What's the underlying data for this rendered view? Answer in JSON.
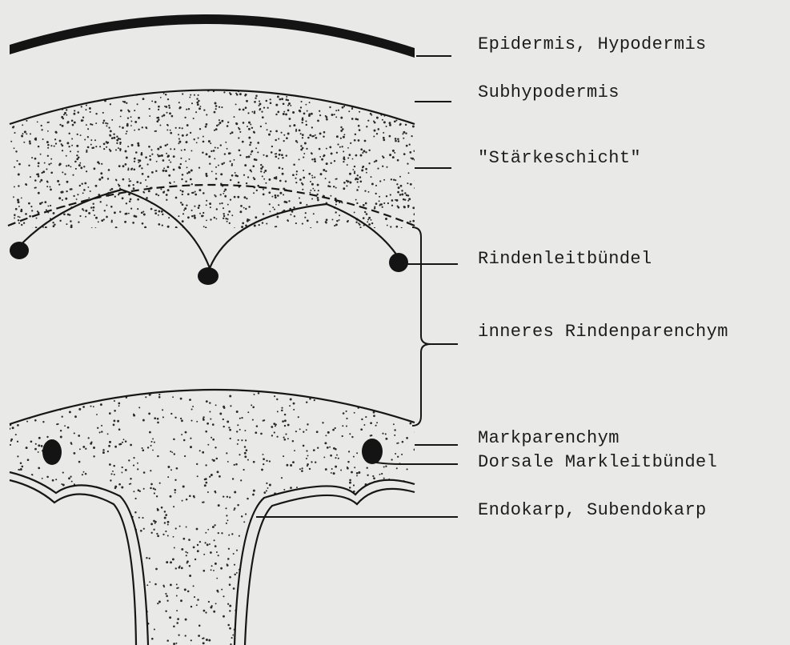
{
  "labels": {
    "epidermis": "Epidermis, Hypodermis",
    "subhypodermis": "Subhypodermis",
    "staerkeschicht": "\"Stärkeschicht\"",
    "rindenleitbuendel": "Rindenleitbündel",
    "inneres_rindenparenchym": "inneres Rindenparenchym",
    "markparenchym": "Markparenchym",
    "dorsale_markleitbuendel": "Dorsale Markleitbündel",
    "endokarp": "Endokarp, Subendokarp"
  },
  "colors": {
    "background": "#e9e9e7",
    "ink": "#161616",
    "stipple": "#2a2a2a"
  }
}
